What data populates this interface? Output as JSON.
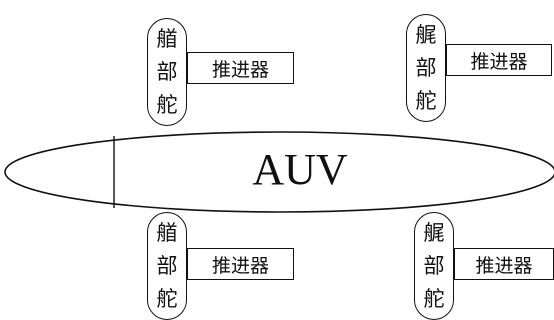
{
  "auv": {
    "label": "AUV"
  },
  "units": [
    {
      "rudder_chars": [
        "艏",
        "部",
        "舵"
      ],
      "thruster_label": "推进器"
    },
    {
      "rudder_chars": [
        "艉",
        "部",
        "舵"
      ],
      "thruster_label": "推进器"
    },
    {
      "rudder_chars": [
        "艏",
        "部",
        "舵"
      ],
      "thruster_label": "推进器"
    },
    {
      "rudder_chars": [
        "艉",
        "部",
        "舵"
      ],
      "thruster_label": "推进器"
    }
  ]
}
